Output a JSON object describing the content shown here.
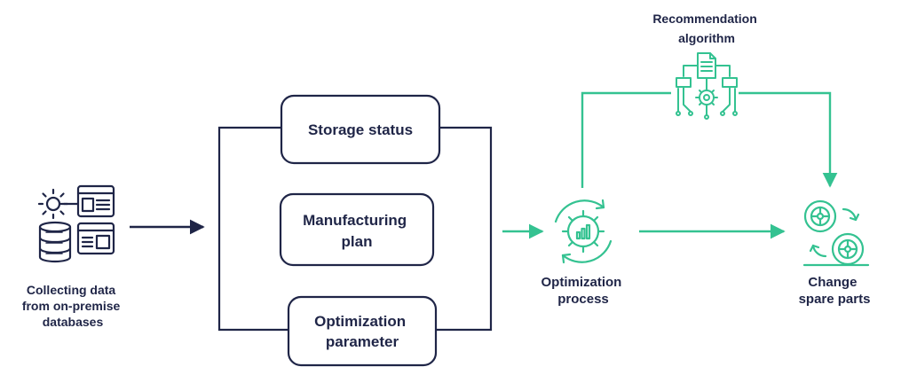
{
  "colors": {
    "navy": "#1f2547",
    "green": "#34c291"
  },
  "source": {
    "label_lines": [
      "Collecting data",
      "from on-premise",
      "databases"
    ],
    "icon": "database-gear-icon"
  },
  "boxes": [
    {
      "id": "storage",
      "lines": [
        "Storage status"
      ]
    },
    {
      "id": "manufacturing",
      "lines": [
        "Manufacturing",
        "plan"
      ]
    },
    {
      "id": "parameter",
      "lines": [
        "Optimization",
        "parameter"
      ]
    }
  ],
  "optimization": {
    "label_lines": [
      "Optimization",
      "process"
    ],
    "icon": "gear-chart-cycle-icon"
  },
  "recommendation": {
    "label_lines": [
      "Recommendation",
      "algorithm"
    ],
    "icon": "document-flow-gear-icon"
  },
  "change": {
    "label_lines": [
      "Change",
      "spare parts"
    ],
    "icon": "wheels-swap-icon"
  }
}
